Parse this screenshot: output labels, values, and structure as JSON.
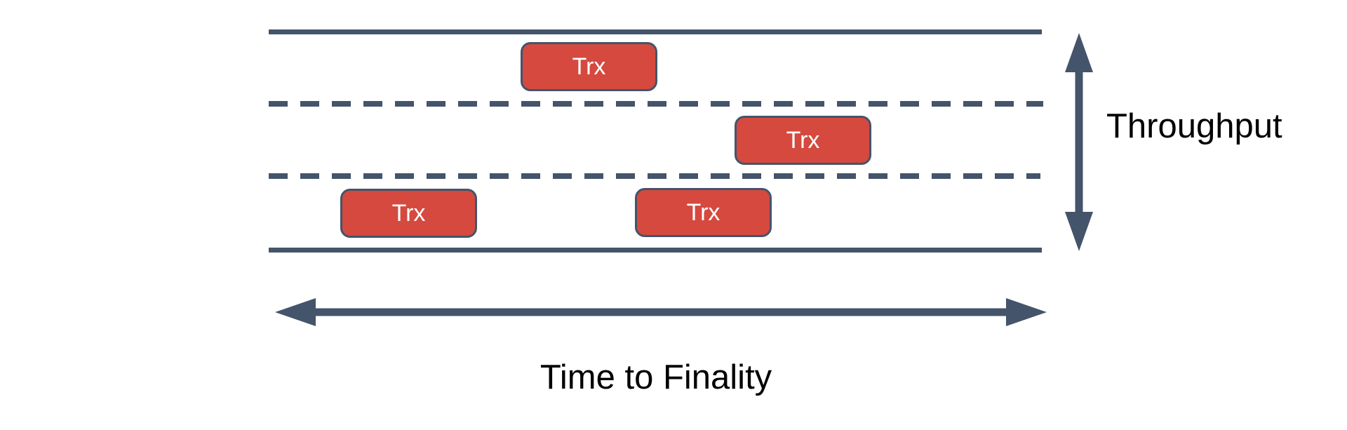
{
  "labels": {
    "throughput": "Throughput",
    "time_to_finality": "Time to Finality"
  },
  "lanes": {
    "count": 3
  },
  "transactions": [
    {
      "label": "Trx",
      "lane": "top"
    },
    {
      "label": "Trx",
      "lane": "middle"
    },
    {
      "label": "Trx",
      "lane": "bottom"
    },
    {
      "label": "Trx",
      "lane": "bottom"
    }
  ],
  "colors": {
    "line": "#44546a",
    "transaction_fill": "#d5493f",
    "transaction_border": "#44546a",
    "transaction_text": "#ffffff",
    "label_text": "#000000",
    "background": "#ffffff"
  }
}
